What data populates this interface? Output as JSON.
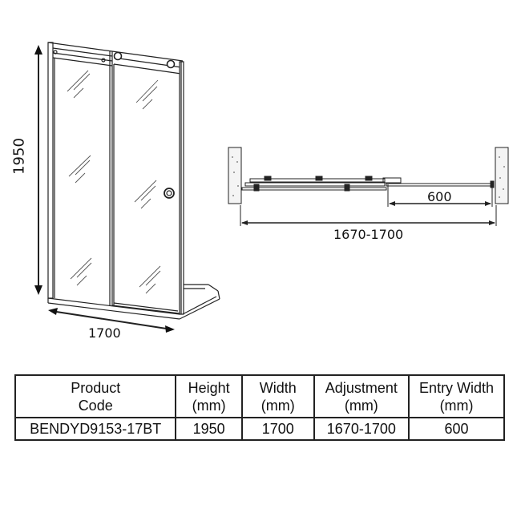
{
  "elevation_view": {
    "height_label": "1950",
    "width_label": "1700"
  },
  "plan_view": {
    "entry_width_label": "600",
    "adjustment_label": "1670-1700"
  },
  "spec_table": {
    "headers": [
      {
        "line1": "Product",
        "line2": "Code"
      },
      {
        "line1": "Height",
        "line2": "(mm)"
      },
      {
        "line1": "Width",
        "line2": "(mm)"
      },
      {
        "line1": "Adjustment",
        "line2": "(mm)"
      },
      {
        "line1": "Entry Width",
        "line2": "(mm)"
      }
    ],
    "rows": [
      [
        "BENDYD9153-17BT",
        "1950",
        "1700",
        "1670-1700",
        "600"
      ]
    ]
  },
  "colors": {
    "line": "#222222",
    "wall_fill": "#f4f4f4",
    "background": "#ffffff"
  }
}
